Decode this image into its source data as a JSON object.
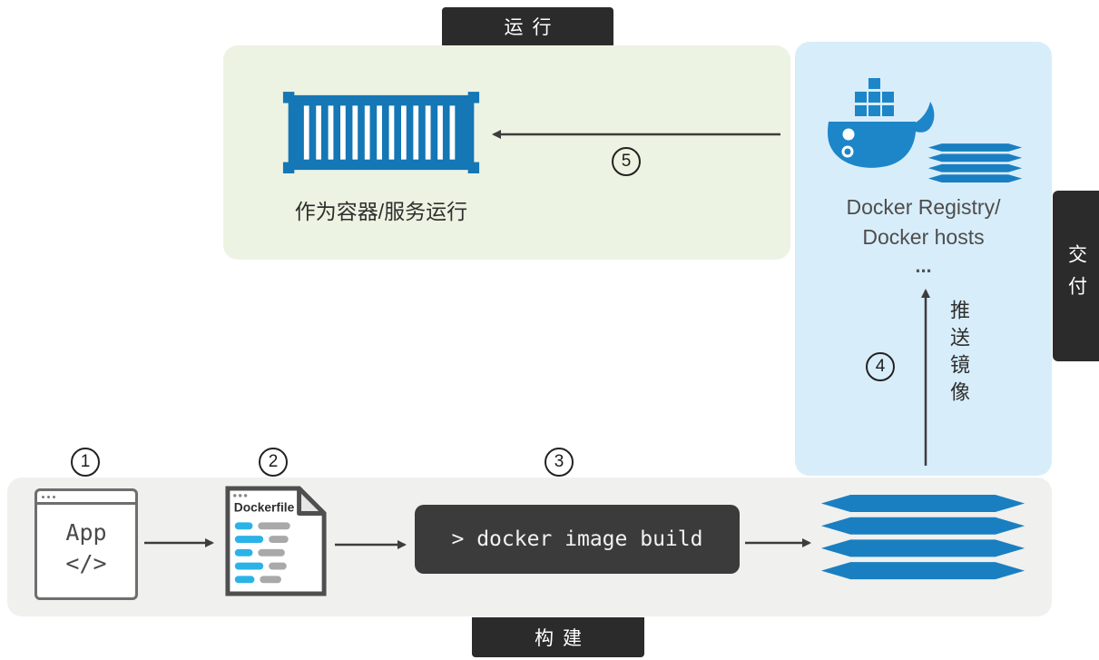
{
  "badges": {
    "run": "运行",
    "deliver": "交付",
    "build": "构建"
  },
  "steps": {
    "one": "1",
    "two": "2",
    "three": "3",
    "four": "4",
    "five": "5"
  },
  "run_section": {
    "caption": "作为容器/服务运行"
  },
  "registry_section": {
    "title_line1": "Docker Registry/",
    "title_line2": "Docker hosts",
    "ellipsis": "...",
    "push_label": "推送镜像"
  },
  "build_section": {
    "app": {
      "name": "App",
      "code": "</>"
    },
    "dockerfile": {
      "title": "Dockerfile"
    },
    "terminal": {
      "command": "> docker image build"
    }
  },
  "colors": {
    "docker_blue": "#1577b5",
    "layer_blue": "#1a7fc1",
    "cyan_accent": "#2bb3e8",
    "badge_dark": "#2b2b2b",
    "run_panel_bg": "#edf3e2",
    "registry_panel_bg": "#d8edfa",
    "build_panel_bg": "#f0f0ee",
    "terminal_bg": "#3b3b3b"
  }
}
